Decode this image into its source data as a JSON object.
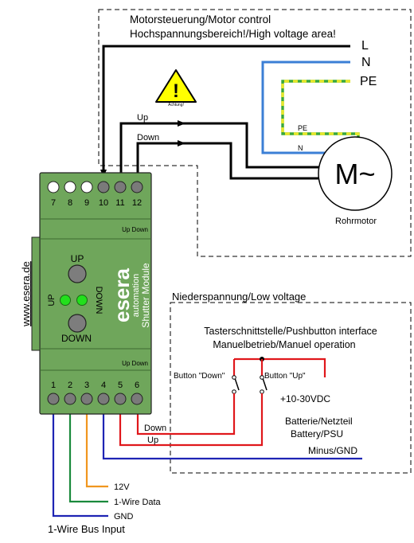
{
  "high_voltage": {
    "title_line1": "Motorsteuerung/Motor control",
    "title_line2": "Hochspannungsbereich!/High voltage area!",
    "lines": {
      "L": "L",
      "N": "N",
      "PE": "PE"
    },
    "wire_label_pe": "PE",
    "wire_label_n": "N",
    "warning_caption": "Achtung!",
    "warning_mark": "!",
    "wire_up": "Up",
    "wire_down": "Down",
    "motor_symbol": "M~",
    "motor_caption": "Rohrmotor"
  },
  "module": {
    "top_terminals": [
      "7",
      "8",
      "9",
      "10",
      "11",
      "12"
    ],
    "up_down_top": "Up Down",
    "up_down_bottom": "Up Down",
    "led_up": "UP",
    "led_down": "DOWN",
    "led_left_up": "UP",
    "led_right_down": "DOWN",
    "brand_name": "esera",
    "brand_sub": "automation",
    "product": "Shutter Module",
    "website": "www.esera.de",
    "bottom_terminals": [
      "1",
      "2",
      "3",
      "4",
      "5",
      "6"
    ]
  },
  "low_voltage": {
    "title": "Niederspannung/Low voltage",
    "interface_line1": "Tasterschnittstelle/Pushbutton interface",
    "interface_line2": "Manuelbetrieb/Manuel operation",
    "button_down": "Button \"Down\"",
    "button_up": "Button \"Up\"",
    "supply_voltage": "+10-30VDC",
    "supply_line1": "Batterie/Netzteil",
    "supply_line2": "Battery/PSU",
    "minus_gnd": "Minus/GND",
    "wire_down": "Down",
    "wire_up": "Up"
  },
  "bus": {
    "v12": "12V",
    "one_wire_data": "1-Wire Data",
    "gnd": "GND",
    "title": "1-Wire Bus Input"
  },
  "colors": {
    "module_green": "#6fa65b",
    "led_green": "#22e01c",
    "wire_red": "#e0171b",
    "wire_blue": "#1e24b4",
    "wire_orange": "#f0961e",
    "wire_green": "#1a8a3c",
    "n_blue": "#3b7fd6",
    "pe_yellow": "#e8e82a",
    "pe_green": "#3aa83a",
    "warning_yellow": "#ffff00"
  }
}
